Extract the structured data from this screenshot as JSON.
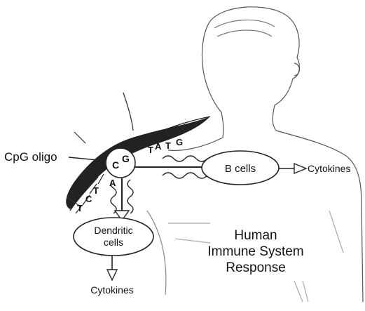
{
  "labels": {
    "cpg_oligo": "CpG oligo",
    "b_cells": "B cells",
    "cytokines_right": "Cytokines",
    "dendritic_line1": "Dendritic",
    "dendritic_line2": "cells",
    "cytokines_bottom": "Cytokines",
    "response_line1": "Human",
    "response_line2": "Immune System",
    "response_line3": "Response"
  },
  "dna_bases": {
    "upper": [
      "T",
      "A",
      "T",
      "G"
    ],
    "cpg": [
      "C",
      "G"
    ],
    "lower": [
      "A",
      "T",
      "C",
      "T"
    ]
  }
}
